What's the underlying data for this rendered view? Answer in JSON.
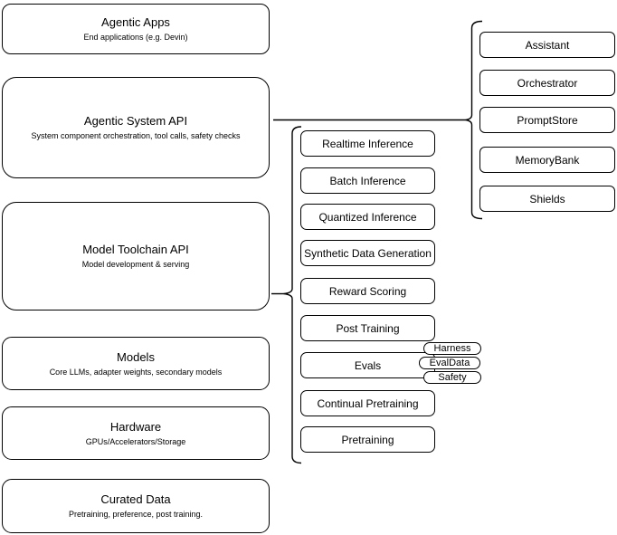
{
  "left_column": {
    "boxes": [
      {
        "title": "Agentic Apps",
        "subtitle": "End applications (e.g. Devin)"
      },
      {
        "title": "Agentic System API",
        "subtitle": "System component orchestration, tool calls, safety checks"
      },
      {
        "title": "Model Toolchain API",
        "subtitle": "Model development & serving"
      },
      {
        "title": "Models",
        "subtitle": "Core LLMs, adapter weights, secondary models"
      },
      {
        "title": "Hardware",
        "subtitle": "GPUs/Accelerators/Storage"
      },
      {
        "title": "Curated Data",
        "subtitle": "Pretraining, preference, post training."
      }
    ]
  },
  "toolchain_group": {
    "boxes": [
      {
        "label": "Realtime Inference"
      },
      {
        "label": "Batch Inference"
      },
      {
        "label": "Quantized Inference"
      },
      {
        "label": "Synthetic Data Generation"
      },
      {
        "label": "Reward Scoring"
      },
      {
        "label": "Post Training"
      },
      {
        "label": "Evals"
      },
      {
        "label": "Continual Pretraining"
      },
      {
        "label": "Pretraining"
      }
    ]
  },
  "evals_tags": [
    {
      "label": "Harness"
    },
    {
      "label": "EvalData"
    },
    {
      "label": "Safety"
    }
  ],
  "system_group": {
    "boxes": [
      {
        "label": "Assistant"
      },
      {
        "label": "Orchestrator"
      },
      {
        "label": "PromptStore"
      },
      {
        "label": "MemoryBank"
      },
      {
        "label": "Shields"
      }
    ]
  },
  "colors": {
    "stroke": "#000000",
    "fill": "#ffffff",
    "background": "#ffffff"
  }
}
